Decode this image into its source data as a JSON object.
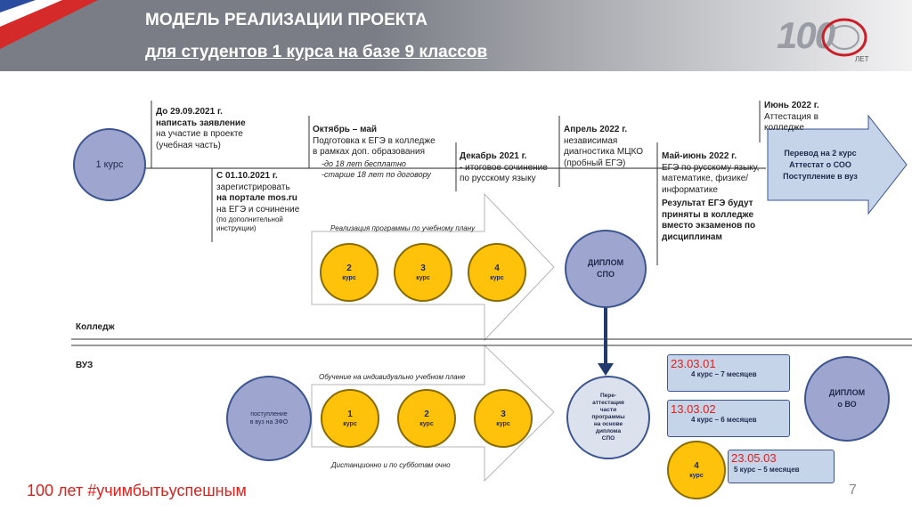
{
  "header": {
    "title_line1": "МОДЕЛЬ РЕАЛИЗАЦИИ ПРОЕКТА",
    "title_line2": "для студентов 1 курса на базе 9 классов",
    "logo_number": "100",
    "logo_sub": "ЛЕТ"
  },
  "timeline": {
    "start_circle": "1 курс",
    "m1": {
      "l1": "До 29.09.2021 г.",
      "l2": "написать заявление",
      "l3": "на участие в проекте",
      "l4": "(учебная часть)"
    },
    "m2": {
      "l1": "С 01.10.2021 г.",
      "l2": "зарегистрировать",
      "l3": "на портале mos.ru",
      "l4": "на ЕГЭ и сочинение",
      "l5": "(по дополнительной",
      "l6": "инструкции)"
    },
    "m3": {
      "l1": "Октябрь – май",
      "l2": "Подготовка к ЕГЭ в колледже",
      "l3": "в рамках доп. образования",
      "l4": "-до 18 лет бесплатно",
      "l5": "-старше 18 лет по договору"
    },
    "m4": {
      "l1": "Декабрь 2021 г.",
      "l2": "- итоговое сочинение",
      "l3": "по русскому языку"
    },
    "m5": {
      "l1": "Апрель 2022 г.",
      "l2": "независимая",
      "l3": "диагностика МЦКО",
      "l4": "(пробный ЕГЭ)"
    },
    "m6": {
      "l1": "Май-июнь 2022 г.",
      "l2": "ЕГЭ по русскому языку,",
      "l3": "математике, физике/",
      "l4": "информатике",
      "l5": "Результат ЕГЭ будут",
      "l6": "приняты в колледже",
      "l7": "вместо экзаменов по",
      "l8": "дисциплинам"
    },
    "m7": {
      "l1": "Июнь 2022 г.",
      "l2": "Аттестация в",
      "l3": "колледже"
    },
    "arrow": {
      "l1": "Перевод на 2 курс",
      "l2": "Аттестат о СОО",
      "l3": "Поступление в вуз"
    }
  },
  "college": {
    "section_label": "Колледж",
    "caption": "Реализация программы по учебному плану",
    "courses": [
      {
        "num": "2",
        "word": "курс"
      },
      {
        "num": "3",
        "word": "курс"
      },
      {
        "num": "4",
        "word": "курс"
      }
    ],
    "diploma_l1": "ДИПЛОМ",
    "diploma_l2": "СПО"
  },
  "vuz": {
    "section_label": "ВУЗ",
    "caption_top": "Обучение на индивидуально учебном плане",
    "caption_bottom": "Дистанционно и по субботам очно",
    "admission_l1": "поступление",
    "admission_l2": "в вуз на ЗФО",
    "courses": [
      {
        "num": "1",
        "word": "курс"
      },
      {
        "num": "2",
        "word": "курс"
      },
      {
        "num": "3",
        "word": "курс"
      }
    ],
    "reatt": [
      "Пере-",
      "аттестация",
      "части",
      "программы",
      "на основе",
      "диплома",
      "СПО"
    ],
    "programs": [
      {
        "code": "23.03.01",
        "desc": "4 курс – 7 месяцев"
      },
      {
        "code": "13.03.02",
        "desc": "4 курс – 6 месяцев"
      },
      {
        "code": "23.05.03",
        "desc": "5 курс – 5 месяцев"
      }
    ],
    "course4_num": "4",
    "course4_word": "курс",
    "diploma_l1": "ДИПЛОМ",
    "diploma_l2": "о ВО"
  },
  "footer": {
    "hashtag": "100 лет #учимбытьуспешным",
    "page": "7"
  },
  "colors": {
    "accent_red": "#e0201b",
    "circle_blue": "#9ea6cf",
    "circle_yellow": "#ffc20a",
    "box_blue": "#c6d4ea",
    "header_gray": "#7a7d85"
  }
}
